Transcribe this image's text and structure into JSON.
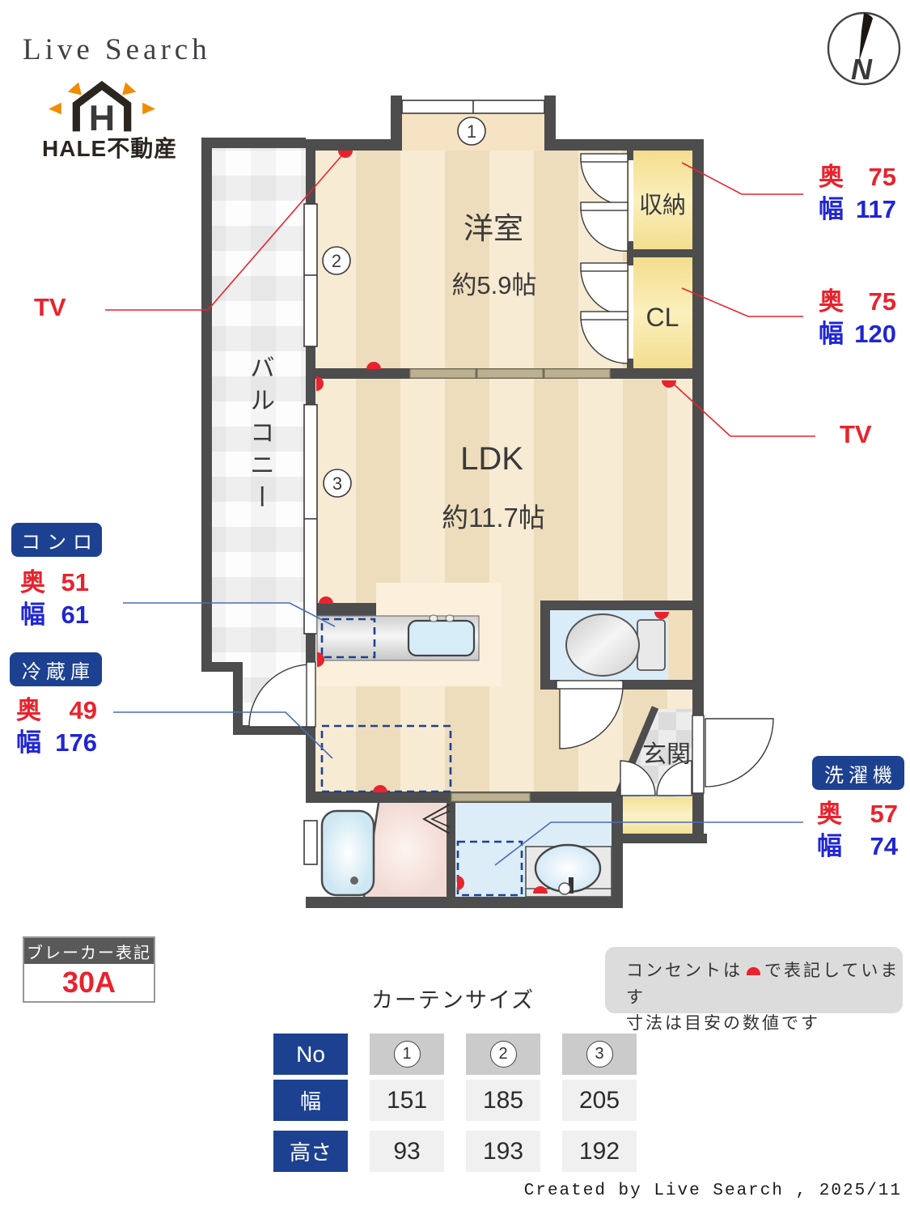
{
  "brand": {
    "live_search": "Live Search",
    "logo_letter": "H",
    "agency": "HALE不動産"
  },
  "compass": {
    "n": "N"
  },
  "colors": {
    "red": "#e8232d",
    "blue": "#2026d2",
    "navy_tag": "#1d4191",
    "wall": "#4d4d4d",
    "closet_yellow": "#f8e8a2",
    "water_blue": "#dcedf8"
  },
  "plan": {
    "rooms": {
      "yoshitsu": {
        "name": "洋室",
        "size": "約5.9帖"
      },
      "ldk": {
        "name": "LDK",
        "size": "約11.7帖"
      },
      "balcony": "バルコニー",
      "storage": "収納",
      "cl": "CL",
      "genkan": "玄関"
    },
    "markers": [
      "1",
      "2",
      "3"
    ]
  },
  "ann": {
    "tv_left": "TV",
    "tv_right": "TV",
    "storage_dims": {
      "d_label": "奥",
      "d_value": "75",
      "w_label": "幅",
      "w_value": "117"
    },
    "cl_dims": {
      "d_label": "奥",
      "d_value": "75",
      "w_label": "幅",
      "w_value": "120"
    },
    "konro": {
      "tag": "コンロ",
      "d_label": "奥",
      "d_value": "51",
      "w_label": "幅",
      "w_value": "61"
    },
    "fridge": {
      "tag": "冷蔵庫",
      "d_label": "奥",
      "d_value": "49",
      "w_label": "幅",
      "w_value": "176"
    },
    "washer": {
      "tag": "洗濯機",
      "d_label": "奥",
      "d_value": "57",
      "w_label": "幅",
      "w_value": "74"
    }
  },
  "breaker": {
    "title": "ブレーカー表記",
    "value": "30A"
  },
  "notes": {
    "line1_pre": "コンセントは",
    "line1_post": "で表記しています",
    "line2": "寸法は目安の数値です"
  },
  "table": {
    "title": "カーテンサイズ",
    "row_no": "No",
    "row_width": "幅",
    "row_height": "高さ",
    "cols": [
      "1",
      "2",
      "3"
    ],
    "width_values": [
      "151",
      "185",
      "205"
    ],
    "height_values": [
      "93",
      "193",
      "192"
    ]
  },
  "credit": {
    "text": "Created by Live Search , 2025/11"
  }
}
